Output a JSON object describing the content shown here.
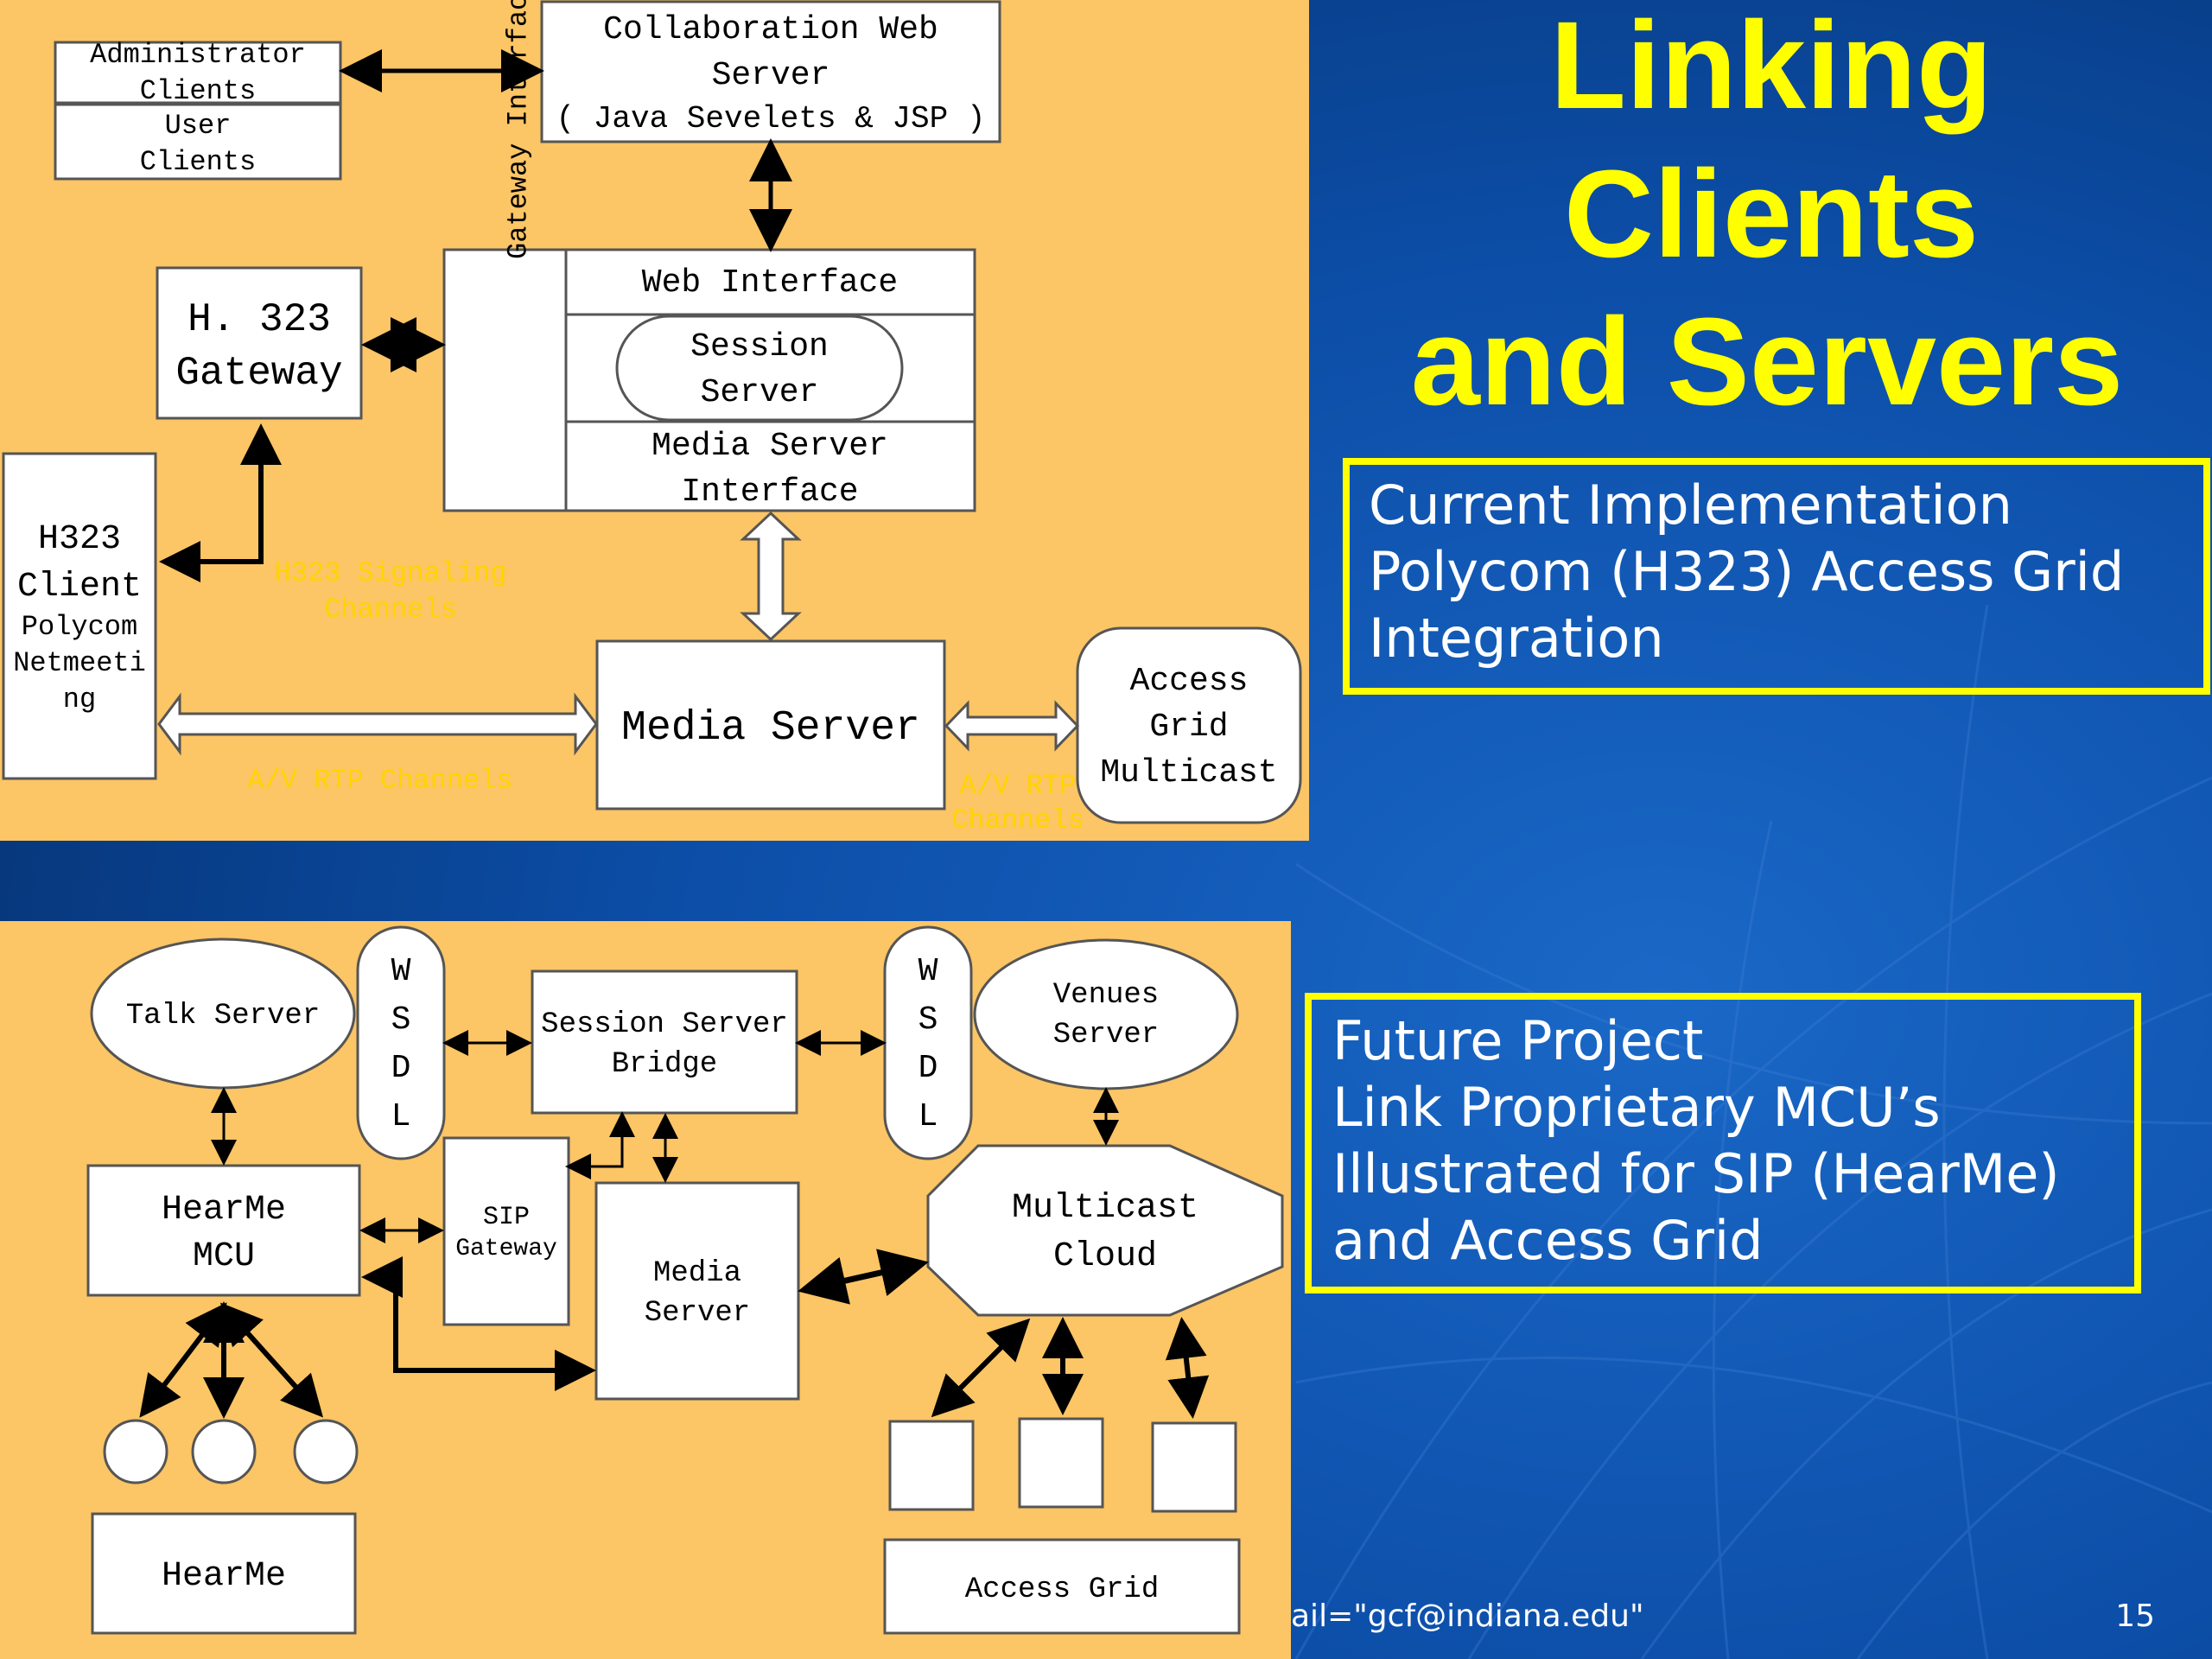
{
  "slide": {
    "title_lines": [
      "Linking",
      "Clients",
      "and Servers"
    ],
    "current_box": [
      "Current Implementation",
      "Polycom (H323) Access Grid",
      "Integration"
    ],
    "future_box": [
      "Future Project",
      "Link Proprietary MCU’s",
      "Illustrated for SIP (HearMe)",
      "and Access Grid"
    ],
    "footer_email": "ail=\"gcf@indiana.edu\"",
    "page_number": "15",
    "colors": {
      "background": "#0a3f8c",
      "accent": "#ffff00",
      "panel": "#fcc565",
      "box": "#ffffff"
    }
  },
  "top_diagram": {
    "admin_clients": [
      "Administrator",
      "Clients"
    ],
    "user_clients": [
      "User",
      "Clients"
    ],
    "collab_server": [
      "Collaboration Web",
      "Server",
      "( Java Sevelets & JSP )"
    ],
    "h323_gateway": [
      "H. 323",
      "Gateway"
    ],
    "gateway_interface": "Gateway Interface",
    "web_interface": "Web Interface",
    "session_server": [
      "Session",
      "Server"
    ],
    "media_server_interface": [
      "Media Server",
      "Interface"
    ],
    "h323_client": [
      "H323",
      "Client"
    ],
    "polycom": [
      "Polycom",
      "Netmeeti",
      "ng"
    ],
    "h323_signaling": [
      "H323 Signaling",
      "Channels"
    ],
    "media_server": "Media Server",
    "access_grid_multicast": [
      "Access",
      "Grid",
      "Multicast"
    ],
    "av_rtp_left": "A/V RTP Channels",
    "av_rtp_right": [
      "A/V RTP",
      "Channels"
    ]
  },
  "bottom_diagram": {
    "talk_server": "Talk Server",
    "wsdl": [
      "W",
      "S",
      "D",
      "L"
    ],
    "session_server_bridge": [
      "Session Server",
      "Bridge"
    ],
    "venues_server": [
      "Venues",
      "Server"
    ],
    "hearme_mcu": [
      "HearMe",
      "MCU"
    ],
    "sip_gateway": [
      "SIP",
      "Gateway"
    ],
    "media_server": [
      "Media",
      "Server"
    ],
    "multicast_cloud": [
      "Multicast",
      "Cloud"
    ],
    "hearme": "HearMe",
    "access_grid": "Access Grid"
  }
}
